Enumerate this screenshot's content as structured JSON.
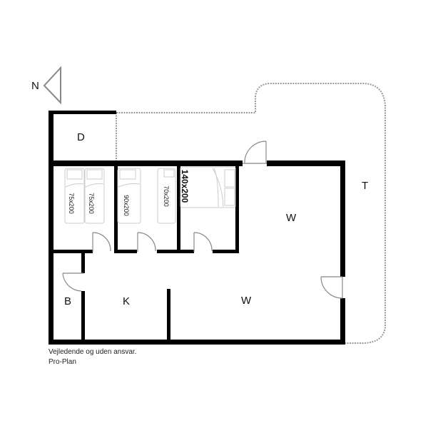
{
  "compass": {
    "label": "N"
  },
  "rooms": {
    "depot": "D",
    "bathroom": "B",
    "kitchen": "K",
    "living_upper": "W",
    "living_lower": "W",
    "terrace": "T"
  },
  "beds": {
    "bed1": "75x200",
    "bed2": "75x200",
    "bed3": "90x200",
    "bed4": "70x200",
    "bed5": "140x200"
  },
  "footer": {
    "disclaimer": "Vejledende og uden ansvar.",
    "credit": "Pro-Plan"
  },
  "colors": {
    "wall": "#000000",
    "door": "#888888",
    "terrace_outline": "#999999",
    "furniture": "#cccccc"
  }
}
